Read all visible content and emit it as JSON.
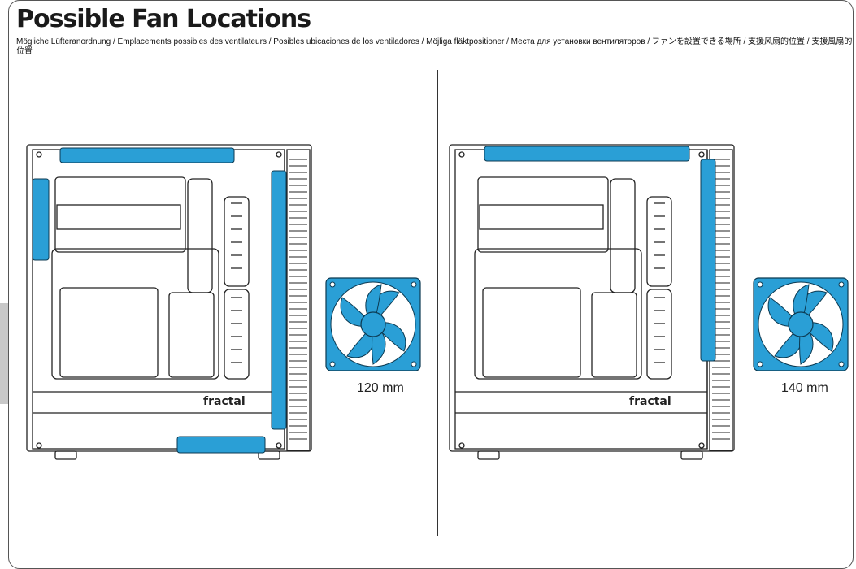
{
  "header": {
    "title": "Possible Fan Locations",
    "subtitle": "Mögliche Lüfteranordnung / Emplacements possibles des ventilateurs / Posibles ubicaciones de los ventiladores / Möjliga fläktpositioner / Места для установки вентиляторов / ファンを設置できる場所 / 支援风扇的位置 / 支援風扇的位置"
  },
  "panels": [
    {
      "fan_size_label": "120 mm",
      "brand_logo": "fractal"
    },
    {
      "fan_size_label": "140 mm",
      "brand_logo": "fractal"
    }
  ],
  "colors": {
    "fan_blue": "#2a9fd6",
    "line": "#222222"
  },
  "icons": [
    "computer-case-icon",
    "fan-icon"
  ]
}
